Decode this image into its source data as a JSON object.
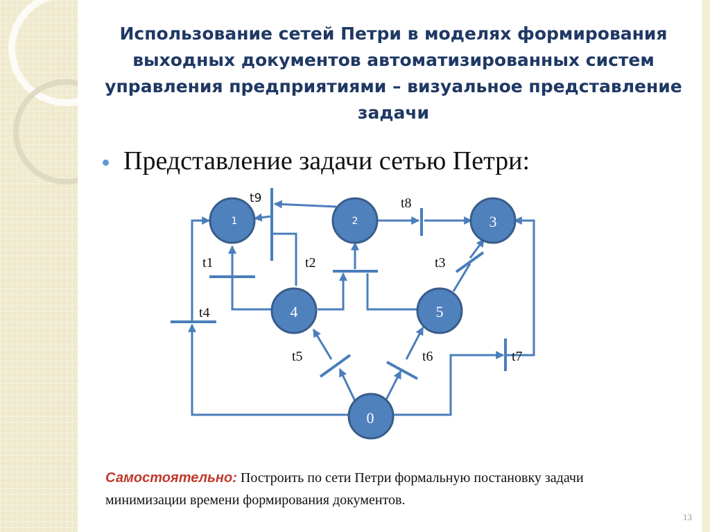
{
  "slide": {
    "title": "Использование сетей Петри в моделях формирования выходных документов автоматизированных систем управления предприятиями – визуальное представление задачи",
    "bullet": "Представление задачи сетью Петри:",
    "note_label": "Самостоятельно:",
    "note_text": " Построить по сети Петри формальную постановку задачи минимизации времени формирования документов.",
    "page_number": "13"
  },
  "diagram": {
    "places": {
      "p1": "1",
      "p2": "2",
      "p3": "3",
      "p4": "4",
      "p5": "5",
      "p0": "0"
    },
    "transitions": {
      "t1": "t1",
      "t2": "t2",
      "t3": "t3",
      "t4": "t4",
      "t5": "t5",
      "t6": "t6",
      "t7": "t7",
      "t8": "t8",
      "t9": "t9"
    },
    "colors": {
      "place_fill": "#4f81bd",
      "line": "#4a7ebb",
      "title": "#1f3864",
      "note_label": "#c0392b"
    }
  }
}
